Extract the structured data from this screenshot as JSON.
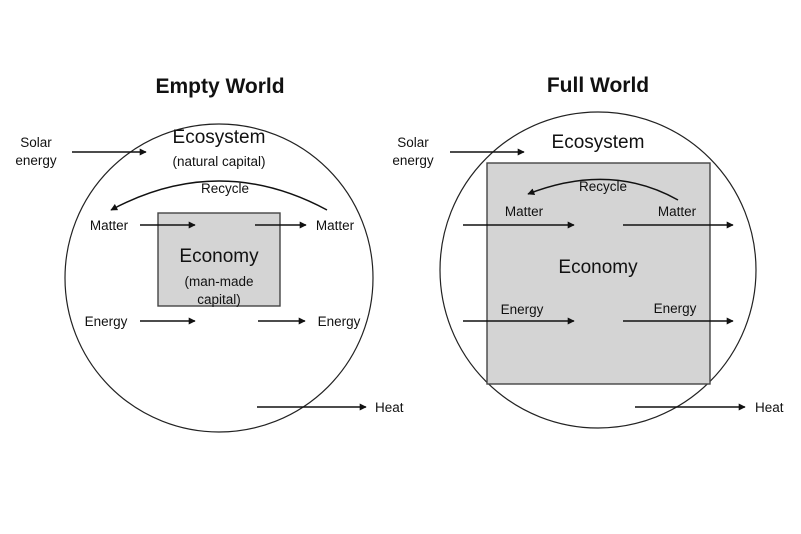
{
  "empty_world": {
    "title": "Empty World",
    "solar_line1": "Solar",
    "solar_line2": "energy",
    "ecosystem": "Ecosystem",
    "ecosystem_sub": "(natural capital)",
    "recycle": "Recycle",
    "matter_in": "Matter",
    "matter_out": "Matter",
    "economy": "Economy",
    "economy_sub1": "(man-made",
    "economy_sub2": "capital)",
    "energy_in": "Energy",
    "energy_out": "Energy",
    "heat": "Heat"
  },
  "full_world": {
    "title": "Full World",
    "solar_line1": "Solar",
    "solar_line2": "energy",
    "ecosystem": "Ecosystem",
    "recycle": "Recycle",
    "matter_in": "Matter",
    "matter_out": "Matter",
    "economy": "Economy",
    "energy_in": "Energy",
    "energy_out": "Energy",
    "heat": "Heat"
  }
}
